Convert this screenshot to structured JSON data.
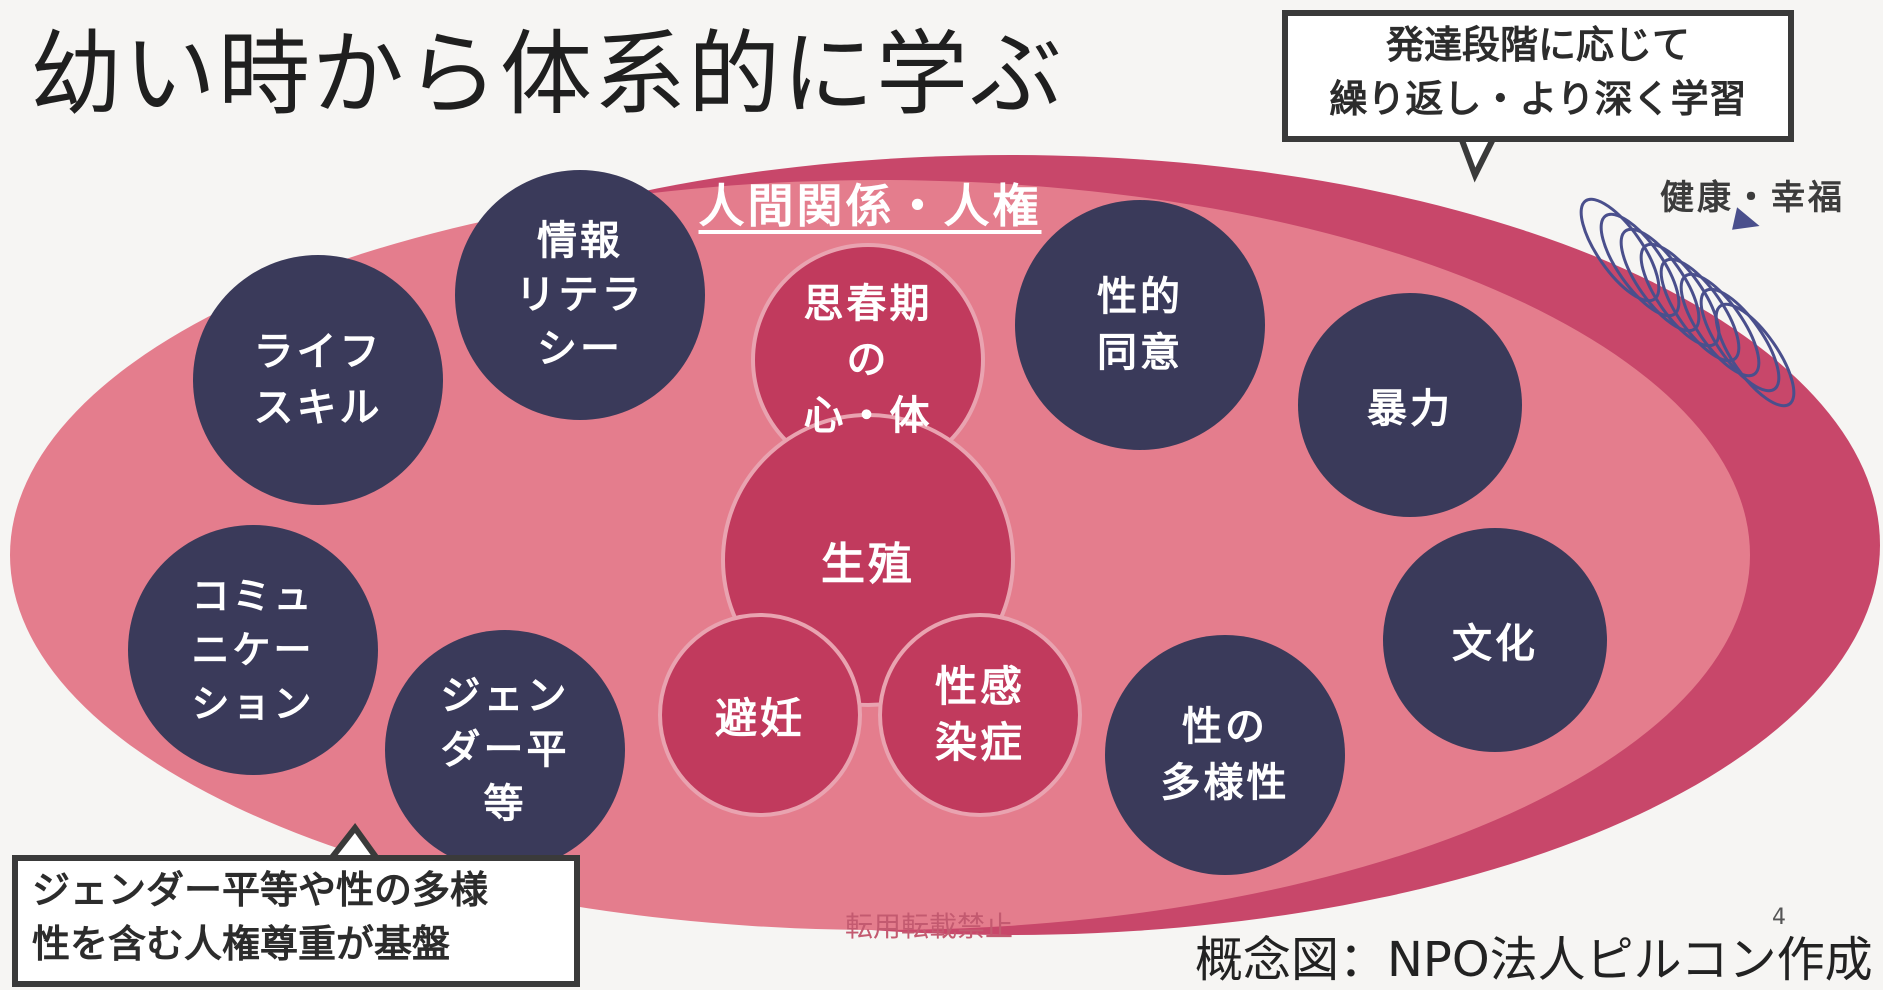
{
  "title": "幼い時から体系的に学ぶ",
  "callout_top": {
    "line1": "発達段階に応じて",
    "line2": "繰り返し・より深く学習"
  },
  "health_label": "健康・幸福",
  "central_label": "人間関係・人権",
  "core_topics": [
    {
      "id": "adolescence",
      "label": "思春期\nの\n心・体"
    },
    {
      "id": "reproduction",
      "label": "生殖"
    },
    {
      "id": "contraception",
      "label": "避妊"
    },
    {
      "id": "sti",
      "label": "性感\n染症"
    }
  ],
  "outer_topics": [
    {
      "id": "life-skills",
      "label": "ライフ\nスキル"
    },
    {
      "id": "info-literacy",
      "label": "情報\nリテラ\nシー"
    },
    {
      "id": "sexual-consent",
      "label": "性的\n同意"
    },
    {
      "id": "violence",
      "label": "暴力"
    },
    {
      "id": "culture",
      "label": "文化"
    },
    {
      "id": "sexual-diversity",
      "label": "性の\n多様性"
    },
    {
      "id": "gender-equality",
      "label": "ジェン\nダー平\n等"
    },
    {
      "id": "communication",
      "label": "コミュ\nニケー\nション"
    }
  ],
  "callout_bottom": {
    "line1": "ジェンダー平等や性の多様",
    "line2": "性を含む人権尊重が基盤"
  },
  "watermark": "転用転載禁止",
  "page_number": "4",
  "source": "概念図：NPO法人ピルコン作成",
  "colors": {
    "ellipse_outer": "#d0506c",
    "ellipse_inner": "#e88593",
    "navy_circle": "#3a3a5a",
    "crimson_circle": "#c13a5d"
  }
}
